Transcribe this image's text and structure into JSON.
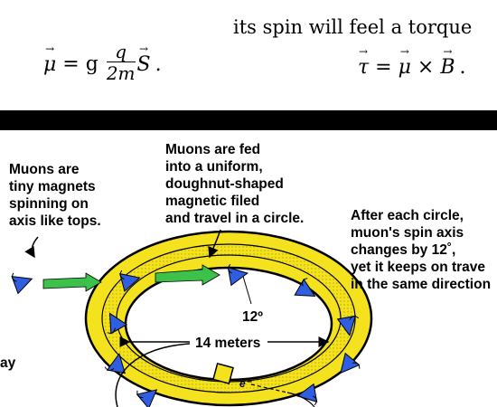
{
  "equation_moment": {
    "lhs": "μ",
    "eq": " = g",
    "num": "q",
    "den": "2m",
    "S": "S",
    "end": "."
  },
  "spin_caption": "its spin will feel a torque",
  "equation_torque": {
    "tau": "τ",
    "eq": " = ",
    "mu": "μ",
    "times": " × ",
    "B": "B",
    "end": "."
  },
  "labels": {
    "muons_magnets": "Muons are\ntiny magnets\nspinning on\naxis like tops.",
    "muons_fed": "Muons are fed\ninto a uniform,\ndoughnut-shaped\nmagnetic filed\nand travel in a circle.",
    "after_circle": "After each circle,\nmuon's spin axis\nchanges by 12˚,\nyet it keeps on trave\nin the same direction",
    "angle": "12º",
    "diameter": "14 meters",
    "electron": "e⁻",
    "left_cut": "ay"
  },
  "colors": {
    "ring": "#f5e21e",
    "muon": "#2f5fe0",
    "arrow": "#3cc14a"
  }
}
